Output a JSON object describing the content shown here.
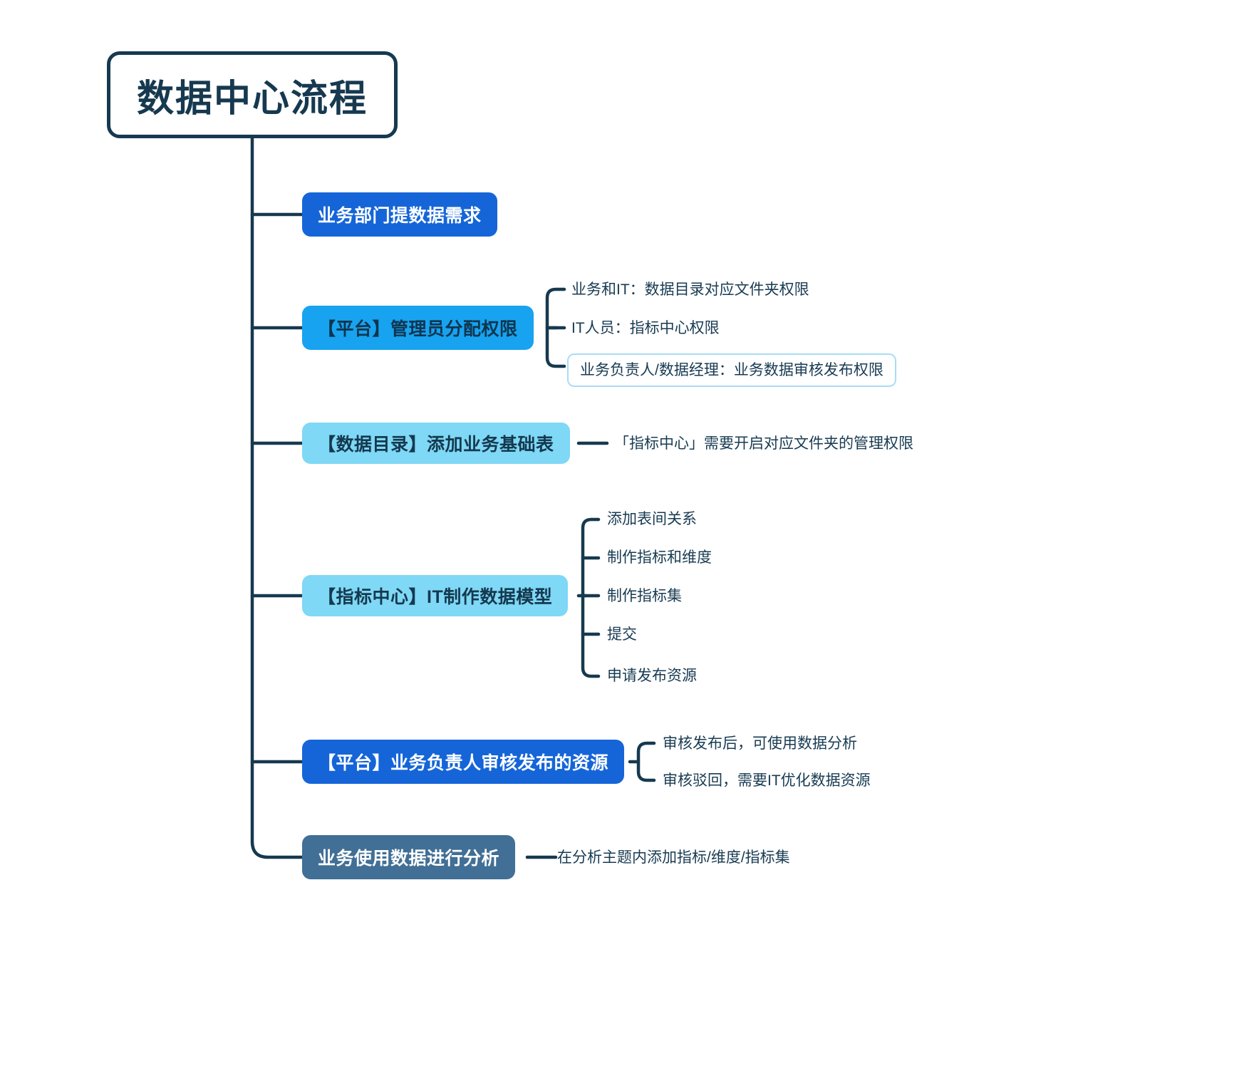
{
  "diagram": {
    "type": "mindmap",
    "title": "数据中心流程",
    "root": {
      "label": "数据中心流程",
      "fill": "#ffffff",
      "border": "#16394f",
      "text": "#16394f"
    },
    "line_color": "#16394f",
    "branches": [
      {
        "id": "branch-1",
        "label": "业务部门提数据需求",
        "fill": "#1565d8",
        "text": "#ffffff",
        "children": []
      },
      {
        "id": "branch-2",
        "label": "【平台】管理员分配权限",
        "fill": "#17a3ef",
        "text": "#0f3550",
        "children": [
          {
            "label": "业务和IT：数据目录对应文件夹权限",
            "boxed": false
          },
          {
            "label": "IT人员：指标中心权限",
            "boxed": false
          },
          {
            "label": "业务负责人/数据经理：业务数据审核发布权限",
            "boxed": true,
            "border": "#a8ddf5"
          }
        ]
      },
      {
        "id": "branch-3",
        "label": "【数据目录】添加业务基础表",
        "fill": "#7fd8f5",
        "text": "#14394f",
        "children": [
          {
            "label": "「指标中心」需要开启对应文件夹的管理权限",
            "boxed": false
          }
        ]
      },
      {
        "id": "branch-4",
        "label": "【指标中心】IT制作数据模型",
        "fill": "#7fd8f5",
        "text": "#14394f",
        "children": [
          {
            "label": "添加表间关系",
            "boxed": false
          },
          {
            "label": "制作指标和维度",
            "boxed": false
          },
          {
            "label": "制作指标集",
            "boxed": false
          },
          {
            "label": "提交",
            "boxed": false
          },
          {
            "label": "申请发布资源",
            "boxed": false
          }
        ]
      },
      {
        "id": "branch-5",
        "label": "【平台】业务负责人审核发布的资源",
        "fill": "#1565d8",
        "text": "#ffffff",
        "children": [
          {
            "label": "审核发布后，可使用数据分析",
            "boxed": false
          },
          {
            "label": "审核驳回，需要IT优化数据资源",
            "boxed": false
          }
        ]
      },
      {
        "id": "branch-6",
        "label": "业务使用数据进行分析",
        "fill": "#416f95",
        "text": "#ffffff",
        "children": [
          {
            "label": "在分析主题内添加指标/维度/指标集",
            "boxed": false
          }
        ]
      }
    ]
  }
}
